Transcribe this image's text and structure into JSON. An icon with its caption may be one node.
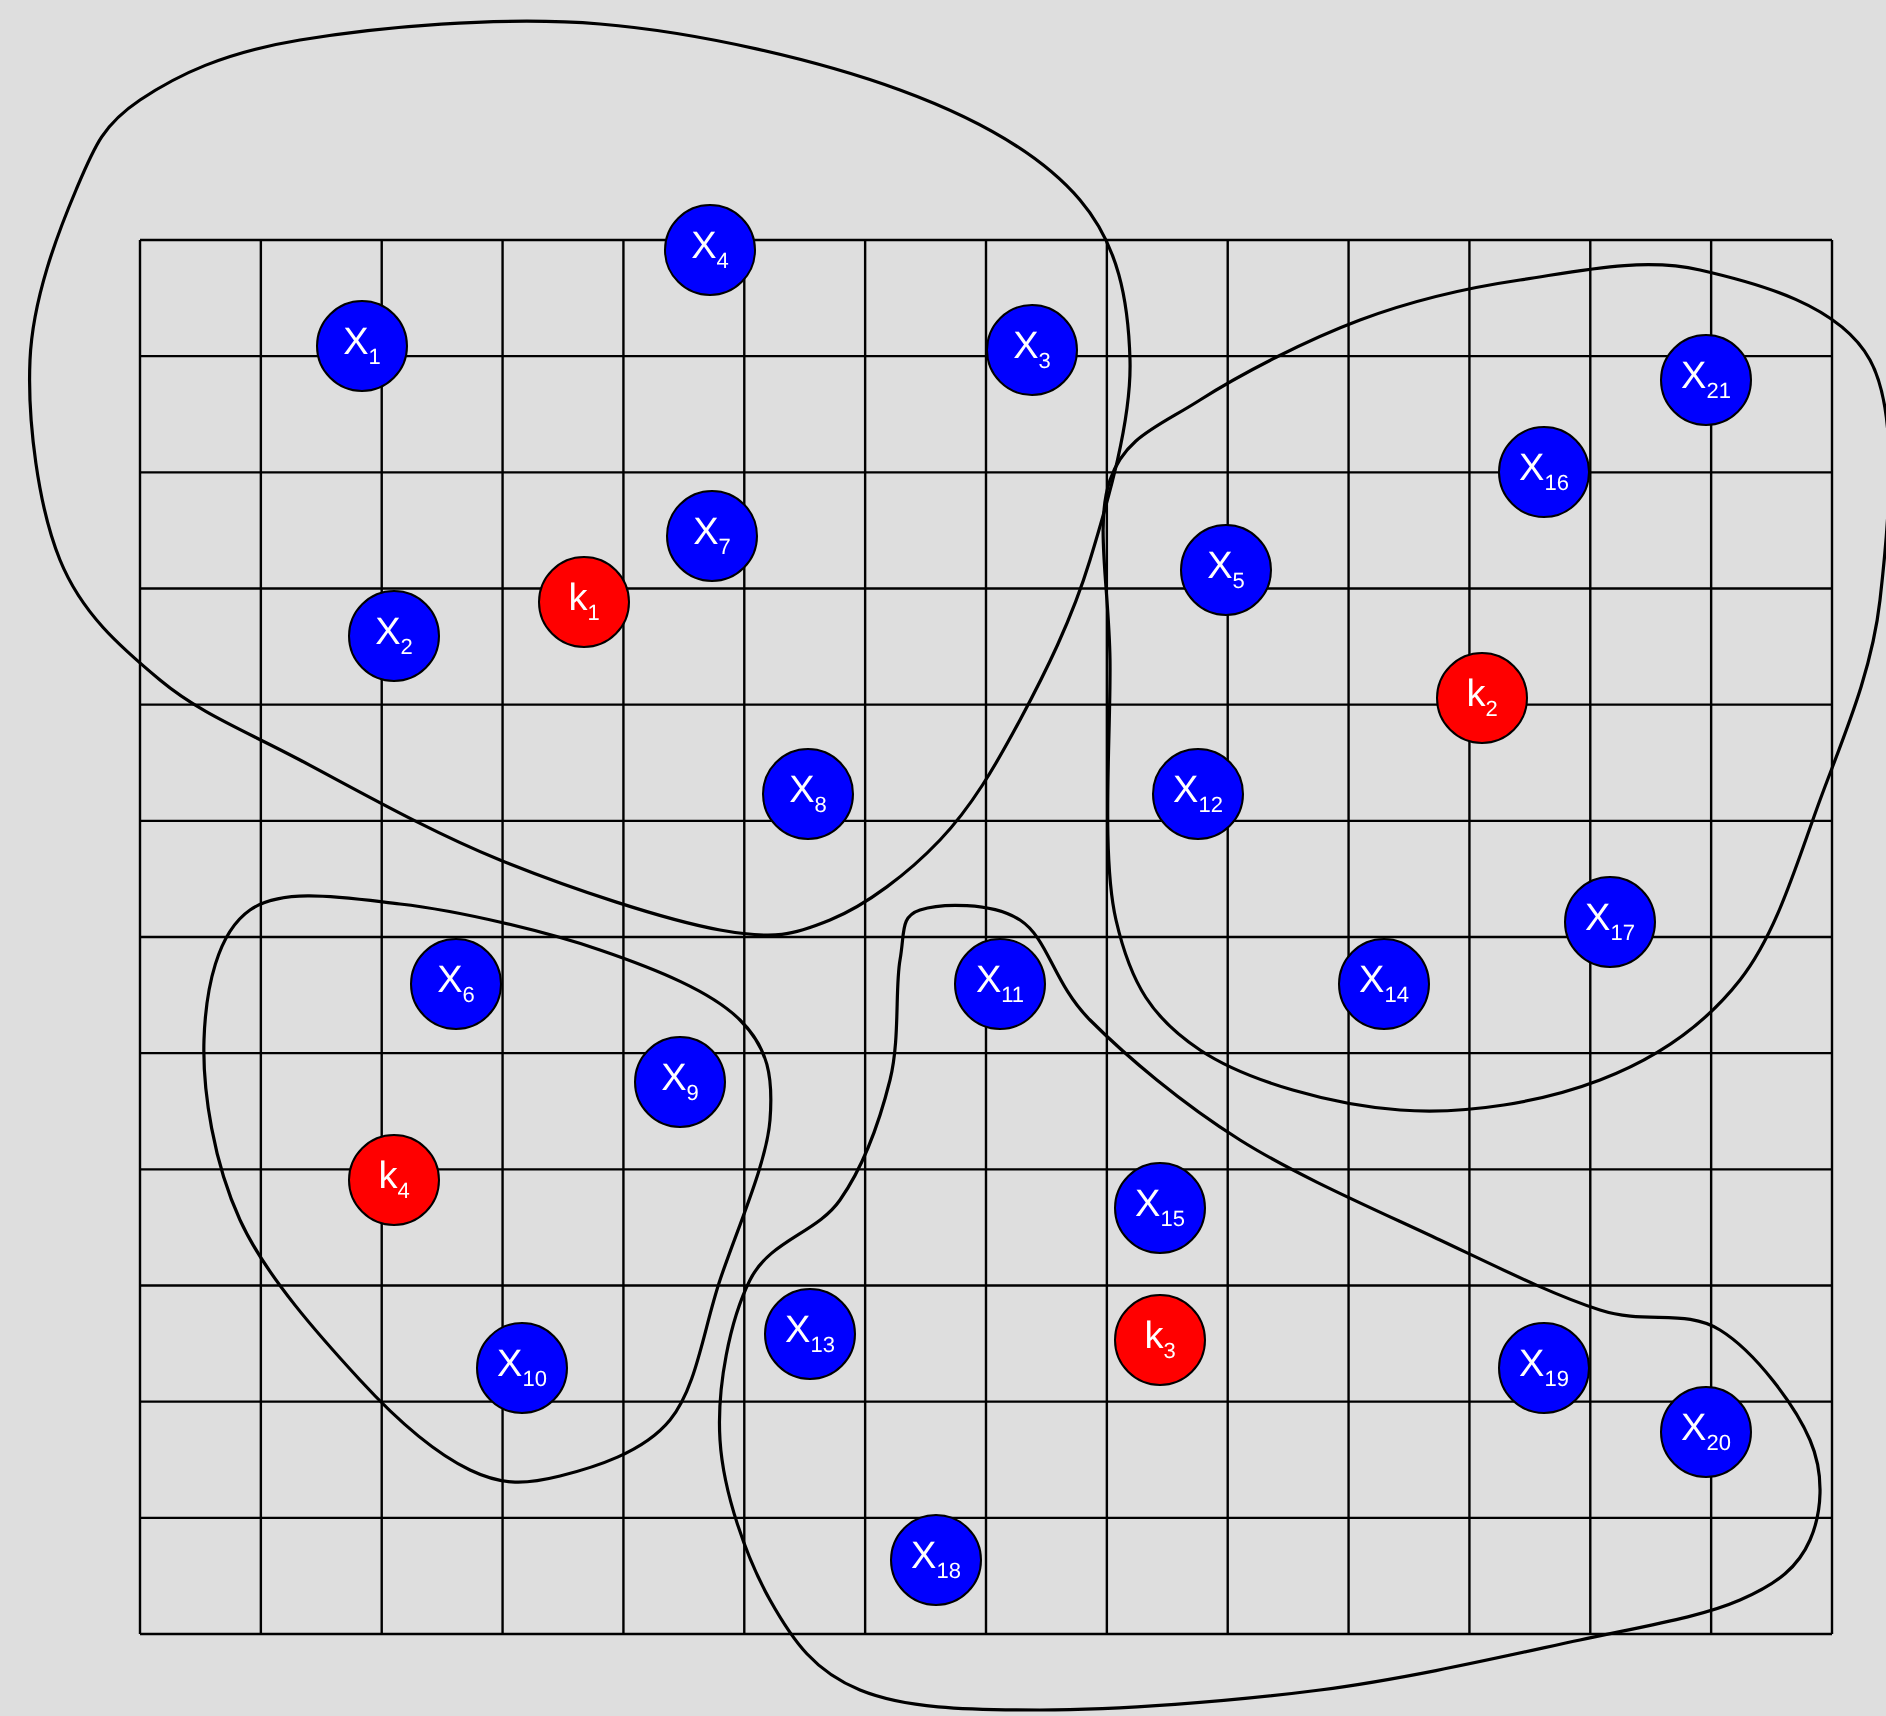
{
  "diagram": {
    "nodes": [
      {
        "text": [
          "X$_{4}$"
        ]
      },
      {
        "text": [
          "X$_{1}$"
        ]
      },
      {
        "text": [
          "X$_{3}$"
        ]
      },
      {
        "text": [
          "X$_{21}$"
        ]
      },
      {
        "text": [
          "X$_{16}$"
        ]
      },
      {
        "text": [
          "X$_{5}$"
        ]
      },
      {
        "text": [
          "X$_{7}$"
        ]
      },
      {
        "text": [
          "k$_{1}$"
        ]
      },
      {
        "text": [
          "X$_{2}$"
        ]
      },
      {
        "text": [
          "k$_{2}$"
        ]
      },
      {
        "text": [
          "X$_{8}$"
        ]
      },
      {
        "text": [
          "X$_{12}$"
        ]
      },
      {
        "text": [
          "X$_{17}$"
        ]
      },
      {
        "text": [
          "X$_{6}$"
        ]
      },
      {
        "text": [
          "X$_{11}$"
        ]
      },
      {
        "text": [
          "X$_{14}$"
        ]
      },
      {
        "text": [
          "X$_{9}$"
        ]
      },
      {
        "text": [
          "k$_{4}$"
        ]
      },
      {
        "text": [
          "X$_{15}$"
        ]
      },
      {
        "text": [
          "X$_{13}$"
        ]
      },
      {
        "text": [
          "k$_{3}$"
        ]
      },
      {
        "text": [
          "X$_{10}$"
        ]
      },
      {
        "text": [
          "X$_{19}$"
        ]
      },
      {
        "text": [
          "X$_{20}$"
        ]
      },
      {
        "text": [
          "X$_{18}$"
        ]
      }
    ]
  }
}
